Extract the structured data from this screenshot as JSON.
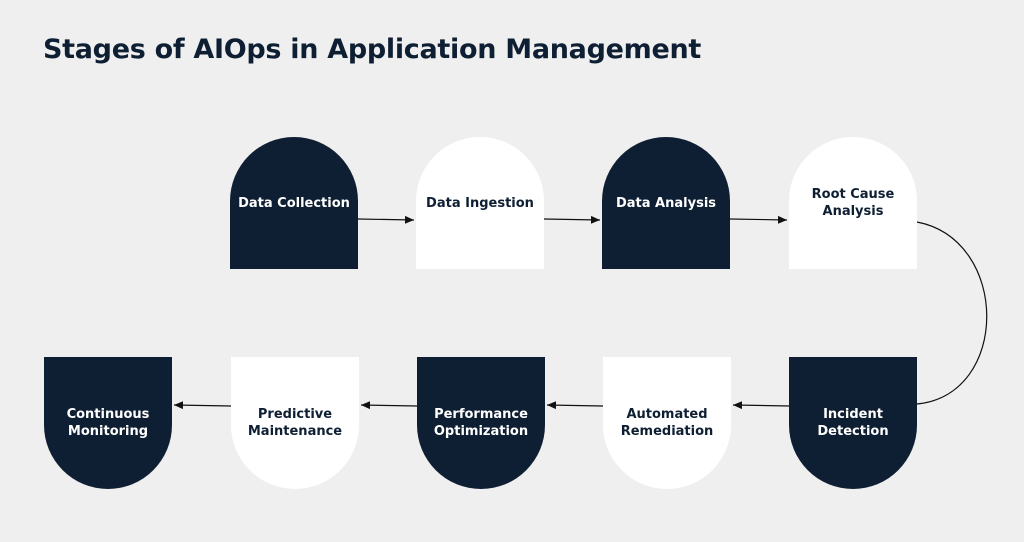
{
  "title": "Stages of AIOps in Application Management",
  "colors": {
    "dark": "#0f1f33",
    "light": "#ffffff",
    "background": "#efefef"
  },
  "stages": [
    {
      "label": "Data Collection",
      "style": "dark",
      "shape": "rounded-top"
    },
    {
      "label": "Data Ingestion",
      "style": "light",
      "shape": "rounded-top"
    },
    {
      "label": "Data Analysis",
      "style": "dark",
      "shape": "rounded-top"
    },
    {
      "label": "Root Cause Analysis",
      "style": "light",
      "shape": "rounded-top"
    },
    {
      "label": "Incident Detection",
      "style": "dark",
      "shape": "rounded-bottom"
    },
    {
      "label": "Automated Remediation",
      "style": "light",
      "shape": "rounded-bottom"
    },
    {
      "label": "Performance Optimization",
      "style": "dark",
      "shape": "rounded-bottom"
    },
    {
      "label": "Predictive Maintenance",
      "style": "light",
      "shape": "rounded-bottom"
    },
    {
      "label": "Continuous Monitoring",
      "style": "dark",
      "shape": "rounded-bottom"
    }
  ]
}
